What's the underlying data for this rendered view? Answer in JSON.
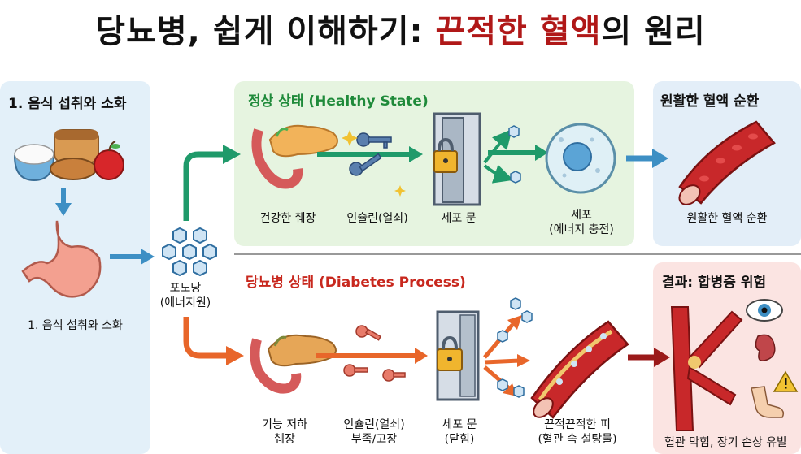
{
  "title": {
    "part1": "당뇨병, 쉽게 이해하기: ",
    "part2": "끈적한 혈액",
    "part3": "의 원리"
  },
  "digestion": {
    "header": "1. 음식 섭취와 소화",
    "caption": "1. 음식 섭취와 소화"
  },
  "glucose": {
    "line1": "포도당",
    "line2": "(에너지원)"
  },
  "healthy": {
    "header": "정상 상태 (Healthy State)",
    "pancreas": "건강한 췌장",
    "insulin": "인슐린(열쇠)",
    "door": "세포 문",
    "cell_line1": "세포",
    "cell_line2": "(에너지 충전)"
  },
  "circulation": {
    "header": "원활한 혈액 순환",
    "caption": "원활한 혈액 순환"
  },
  "diabetes": {
    "header": "당뇨병 상태 (Diabetes Process)",
    "pancreas_line1": "기능 저하",
    "pancreas_line2": "췌장",
    "insulin_line1": "인슐린(열쇠)",
    "insulin_line2": "부족/고장",
    "door_line1": "세포 문",
    "door_line2": "(닫힘)",
    "blood_line1": "끈적끈적한 피",
    "blood_line2": "(혈관 속 설탕물)"
  },
  "result": {
    "header": "결과: 합병증 위험",
    "caption": "혈관 막힘, 장기 손상 유발"
  },
  "colors": {
    "green_arrow": "#1f9a6a",
    "orange_arrow": "#e8662a",
    "blue_arrow": "#3d8fc4",
    "red_title": "#b01818"
  }
}
